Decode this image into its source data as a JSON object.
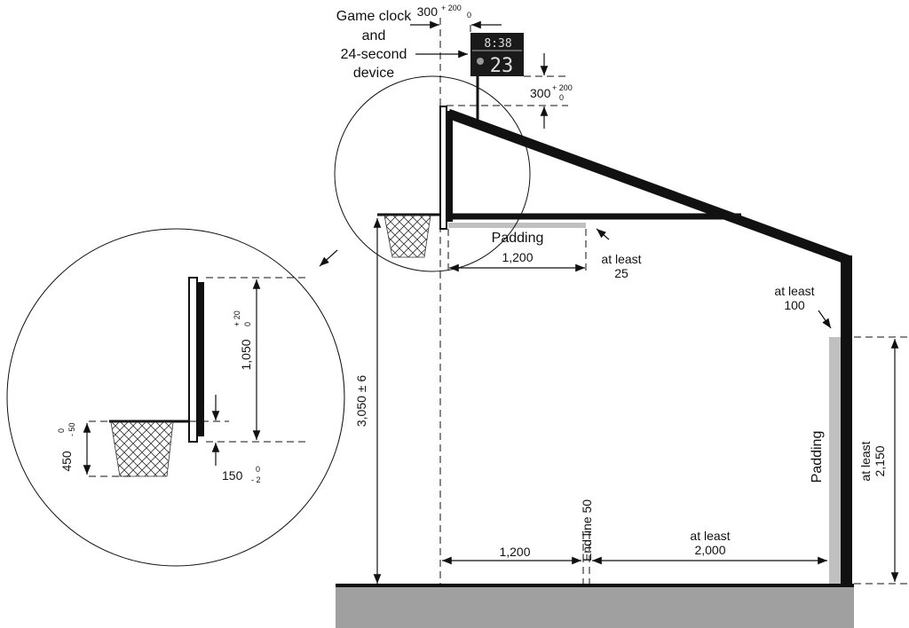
{
  "labels": {
    "clock_line1": "Game clock",
    "clock_line2": "and",
    "clock_line3": "24-second",
    "clock_line4": "device",
    "clock_time": "8:38",
    "shot_clock": "23",
    "offset_top": "300",
    "offset_top_plus": "+ 200",
    "offset_top_minus": "0",
    "height_top": "300",
    "height_top_plus": "+ 200",
    "height_top_minus": "0",
    "padding_arm": "Padding",
    "arm_length": "1,200",
    "at_least_25_a": "at least",
    "at_least_25_b": "25",
    "at_least_100_a": "at least",
    "at_least_100_b": "100",
    "rim_height": "3,050 ± 6",
    "padding_pole": "Padding",
    "pole_pad_a": "at least",
    "pole_pad_b": "2,150",
    "floor_1200": "1,200",
    "end_line": "End line 50",
    "at_least_2000_a": "at least",
    "at_least_2000_b": "2,000",
    "board_height": "1,050",
    "board_height_plus": "+ 20",
    "board_height_minus": "0",
    "net_450": "450",
    "net_450_plus": "0",
    "net_450_minus": "- 50",
    "rim_150": "150",
    "rim_150_plus": "0",
    "rim_150_minus": "- 2"
  },
  "colors": {
    "structure": "#111111",
    "padding": "#c0c0c0",
    "floor": "#a0a0a0",
    "scoreboard": "#1a1a1a"
  }
}
